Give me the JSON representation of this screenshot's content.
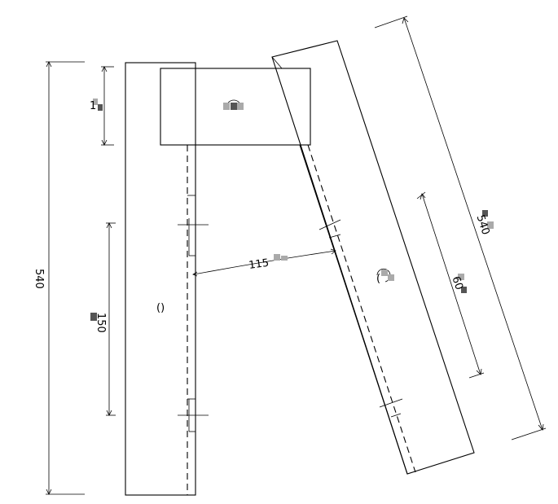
{
  "labels": {
    "overall_height": "540",
    "top_part": "1",
    "left_span": "150",
    "left_member": "()",
    "angle": "115",
    "head_block": "",
    "right_member": "(",
    "right_span": "60",
    "right_length": "540"
  },
  "colors": {
    "ink": "#000000",
    "background": "#ffffff"
  }
}
